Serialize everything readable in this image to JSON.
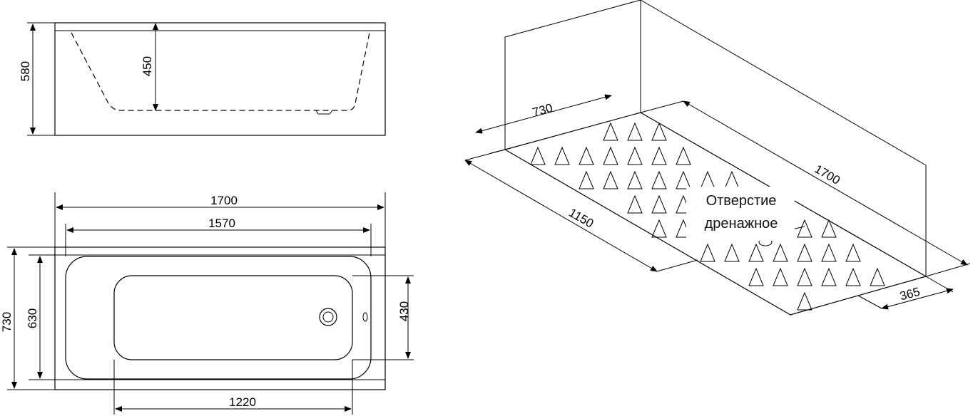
{
  "side_view": {
    "height_total": "580",
    "depth_inner": "450"
  },
  "top_view": {
    "length_total": "1700",
    "length_inner": "1570",
    "width_total": "730",
    "width_inner": "630",
    "bowl_width": "430",
    "drain_offset": "1220"
  },
  "iso_view": {
    "width": "730",
    "length": "1700",
    "section_length": "1150",
    "drain_offset": "365",
    "drain_label_line1": "Отверстие",
    "drain_label_line2": "дренажное"
  }
}
